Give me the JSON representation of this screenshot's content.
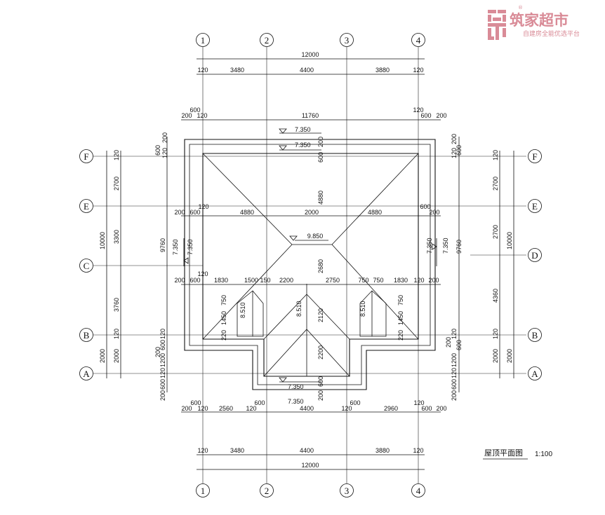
{
  "logo": {
    "title": "筑家超市",
    "subtitle": "自建房全能优选平台",
    "registered": "®",
    "color": "#d98b97"
  },
  "caption": {
    "title": "屋顶平面图",
    "scale": "1:100"
  },
  "axes": {
    "cols": [
      "1",
      "2",
      "3",
      "4"
    ],
    "rows": [
      "F",
      "E",
      "D",
      "C",
      "B",
      "A"
    ]
  },
  "elevations": {
    "ridge": "9.850",
    "eave_top_a": "7.350",
    "eave_top_b": "7.350",
    "eave_left": "7.350",
    "eave_right": "7.350",
    "eave_bot_a": "7.350",
    "eave_bot_b": "7.350",
    "dormer_left": "8.510",
    "dormer_mid": "8.510",
    "dormer_right": "8.510"
  },
  "dims": {
    "top_total": "12000",
    "top_a": "120",
    "top_b": "3480",
    "top_c": "4400",
    "top_d": "3880",
    "top_e": "120",
    "top2_a": "600",
    "top2_b": "200",
    "top2_c": "120",
    "top2_d": "11760",
    "top2_e": "120",
    "top2_f": "600",
    "top2_g": "200",
    "mid_a": "200",
    "mid_b": "600",
    "mid_c": "120",
    "mid_d": "4880",
    "mid_e": "2000",
    "mid_f": "4880",
    "mid_g": "600",
    "mid_h": "200",
    "mid_v": "4880",
    "low_a": "200",
    "low_b": "600",
    "low_c": "120",
    "low_d": "1830",
    "low_e": "1500",
    "low_f": "150",
    "low_g": "2200",
    "low_h": "2750",
    "low_i": "750",
    "low_j": "750",
    "low_k": "1830",
    "low_l": "120",
    "low_m": "200",
    "v2680": "2680",
    "v2120": "2120",
    "v2200": "2200",
    "v750a": "750",
    "v1450a": "1450",
    "v220a": "220",
    "v750b": "750",
    "v1450b": "1450",
    "v220b": "220",
    "v600a": "600",
    "v200a": "200",
    "v600b": "600",
    "v200b": "200",
    "bot_a": "200",
    "bot_b": "600",
    "bot_c": "120",
    "bot_d": "2560",
    "bot_e": "600",
    "bot_f": "120",
    "bot_g": "4400",
    "bot_h": "120",
    "bot_i": "600",
    "bot_j": "2960",
    "bot_k": "120",
    "bot_l": "600",
    "bot_m": "200",
    "bot2_a": "120",
    "bot2_b": "3480",
    "bot2_c": "4400",
    "bot2_d": "3880",
    "bot2_e": "120",
    "bot_total": "12000",
    "left_total": "10000",
    "left_a": "120",
    "left_b": "2700",
    "left_c": "3300",
    "left_d": "3760",
    "left_e": "120",
    "left_f": "2000",
    "left_9760": "9760",
    "left_g": "600",
    "left_h": "200",
    "left_i": "120",
    "left_j": "120",
    "left_k": "600",
    "left_l": "200",
    "left_m": "1200",
    "left_n": "120",
    "left_o": "600",
    "left_p": "200",
    "left_q": "2000",
    "left_r": "200",
    "left_s": "600",
    "left_t": "120",
    "right_total": "10000",
    "right_a": "120",
    "right_b": "2700",
    "right_c": "2700",
    "right_d": "4360",
    "right_e": "120",
    "right_f": "2000",
    "right_9760": "9760",
    "right_g": "200",
    "right_h": "600",
    "right_i": "120",
    "right_j": "120",
    "right_k": "600",
    "right_l": "200",
    "right_m": "1200",
    "right_n": "120",
    "right_o": "600",
    "right_p": "200",
    "right_q": "2000",
    "right_r": "200",
    "right_s": "600",
    "right_t": "120"
  }
}
